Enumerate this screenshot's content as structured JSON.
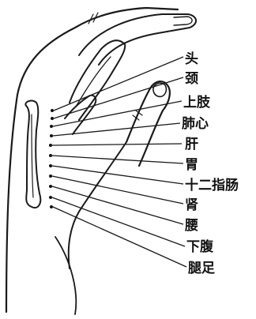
{
  "labels": [
    {
      "text": "头"
    },
    {
      "text": "颈"
    },
    {
      "text": "上肢"
    },
    {
      "text": "肺心"
    },
    {
      "text": "肝"
    },
    {
      "text": "胃"
    },
    {
      "text": "十二指肠"
    },
    {
      "text": "肾"
    },
    {
      "text": "腰"
    },
    {
      "text": "下腹"
    },
    {
      "text": "腿足"
    }
  ]
}
